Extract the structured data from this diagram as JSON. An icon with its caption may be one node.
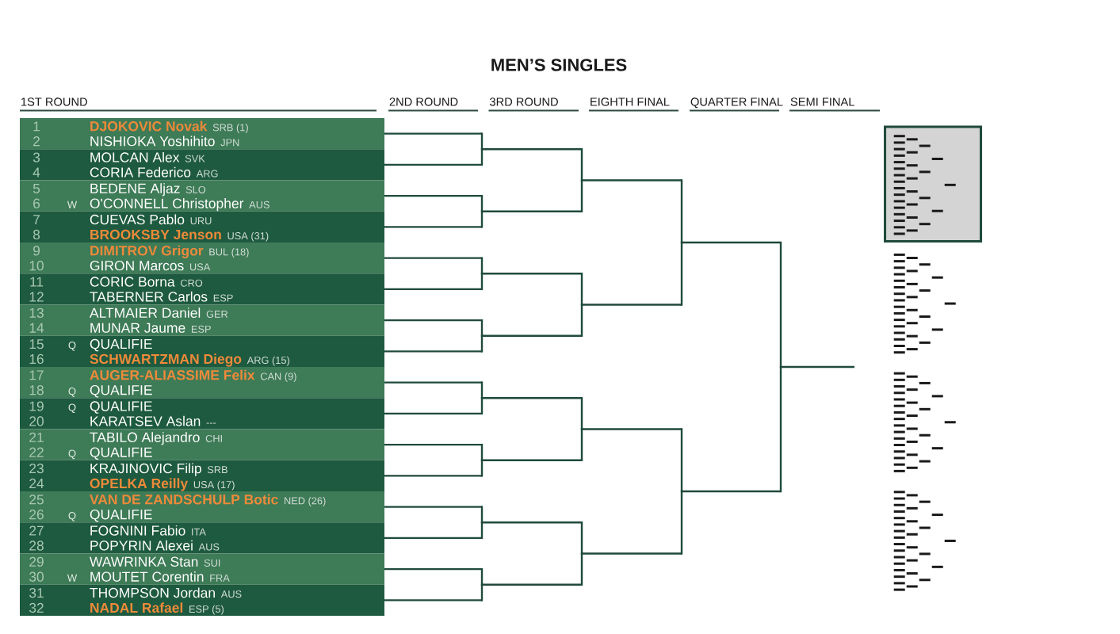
{
  "diagram": {
    "title": "MEN’S SINGLES",
    "nodes": [
      {
        "text": [
          "1",
          "DJOKOVIC Novak",
          "SRB (1)",
          "2",
          "NISHIOKA Yoshihito",
          "JPN"
        ]
      },
      {
        "text": [
          "3",
          "MOLCAN Alex",
          "SVK",
          "4",
          "CORIA Federico",
          "ARG"
        ]
      },
      {
        "text": [
          "5",
          "BEDENE Aljaz",
          "SLO",
          "6",
          "W",
          "O'CONNELL Christopher",
          "AUS"
        ]
      },
      {
        "text": [
          "7",
          "CUEVAS Pablo",
          "URU",
          "8",
          "BROOKSBY Jenson",
          "USA (31)"
        ]
      },
      {
        "text": [
          "9",
          "DIMITROV Grigor",
          "BUL (18)",
          "10",
          "GIRON Marcos",
          "USA"
        ]
      },
      {
        "text": [
          "11",
          "CORIC Borna",
          "CRO",
          "12",
          "TABERNER Carlos",
          "ESP"
        ]
      },
      {
        "text": [
          "13",
          "ALTMAIER Daniel",
          "GER",
          "14",
          "MUNAR Jaume",
          "ESP"
        ]
      },
      {
        "text": [
          "15",
          "Q",
          "QUALIFIE",
          "16",
          "SCHWARTZMAN Diego",
          "ARG (15)"
        ]
      },
      {
        "text": [
          "17",
          "AUGER-ALIASSIME Felix",
          "CAN (9)",
          "18",
          "Q",
          "QUALIFIE"
        ]
      },
      {
        "text": [
          "19",
          "Q",
          "QUALIFIE",
          "20",
          "KARATSEV Aslan",
          "---"
        ]
      },
      {
        "text": [
          "21",
          "TABILO Alejandro",
          "CHI",
          "22",
          "Q",
          "QUALIFIE"
        ]
      },
      {
        "text": [
          "23",
          "KRAJINOVIC Filip",
          "SRB",
          "24",
          "OPELKA Reilly",
          "USA (17)"
        ]
      },
      {
        "text": [
          "25",
          "VAN DE ZANDSCHULP Botic",
          "NED (26)",
          "26",
          "Q",
          "QUALIFIE"
        ]
      },
      {
        "text": [
          "27",
          "FOGNINI Fabio",
          "ITA",
          "28",
          "POPYRIN Alexei",
          "AUS"
        ]
      },
      {
        "text": [
          "29",
          "WAWRINKA Stan",
          "SUI",
          "30",
          "W",
          "MOUTET Corentin",
          "FRA"
        ]
      },
      {
        "text": [
          "31",
          "THOMPSON Jordan",
          "AUS",
          "32",
          "NADAL Rafael",
          "ESP (5)"
        ]
      },
      {
        "text": [],
        "shape": "line"
      },
      {
        "text": [],
        "shape": "line"
      },
      {
        "text": [],
        "shape": "line"
      },
      {
        "text": [],
        "shape": "line"
      },
      {
        "text": [],
        "shape": "line"
      },
      {
        "text": [],
        "shape": "line"
      },
      {
        "text": [],
        "shape": "line"
      },
      {
        "text": [],
        "shape": "line"
      },
      {
        "text": [],
        "shape": "line"
      },
      {
        "text": [],
        "shape": "line"
      },
      {
        "text": [],
        "shape": "line"
      },
      {
        "text": [],
        "shape": "line"
      },
      {
        "text": [],
        "shape": "line"
      },
      {
        "text": [],
        "shape": "line"
      },
      {
        "text": [],
        "shape": "line"
      },
      {
        "text": [],
        "shape": "line"
      },
      {
        "text": [],
        "shape": "line"
      },
      {
        "text": [],
        "shape": "line"
      },
      {
        "text": [],
        "shape": "line"
      },
      {
        "text": [],
        "shape": "line"
      },
      {
        "text": [],
        "shape": "line"
      },
      {
        "text": [],
        "shape": "line"
      },
      {
        "text": [],
        "shape": "line"
      },
      {
        "text": [],
        "shape": "line"
      },
      {
        "text": [],
        "shape": "line"
      },
      {
        "text": [],
        "shape": "line"
      },
      {
        "text": [],
        "shape": "line"
      },
      {
        "text": [],
        "shape": "line"
      },
      {
        "text": [],
        "shape": "line"
      },
      {
        "text": [],
        "shape": "line"
      },
      {
        "text": [],
        "shape": "line"
      }
    ],
    "edges": [
      {
        "from": 16,
        "to": 32,
        "arrow": "none"
      },
      {
        "from": 17,
        "to": 32,
        "arrow": "none"
      },
      {
        "from": 18,
        "to": 33,
        "arrow": "none"
      },
      {
        "from": 19,
        "to": 33,
        "arrow": "none"
      },
      {
        "from": 20,
        "to": 34,
        "arrow": "none"
      },
      {
        "from": 21,
        "to": 34,
        "arrow": "none"
      },
      {
        "from": 22,
        "to": 35,
        "arrow": "none"
      },
      {
        "from": 23,
        "to": 35,
        "arrow": "none"
      },
      {
        "from": 24,
        "to": 36,
        "arrow": "none"
      },
      {
        "from": 25,
        "to": 36,
        "arrow": "none"
      },
      {
        "from": 26,
        "to": 37,
        "arrow": "none"
      },
      {
        "from": 27,
        "to": 37,
        "arrow": "none"
      },
      {
        "from": 28,
        "to": 38,
        "arrow": "none"
      },
      {
        "from": 29,
        "to": 38,
        "arrow": "none"
      },
      {
        "from": 30,
        "to": 39,
        "arrow": "none"
      },
      {
        "from": 31,
        "to": 39,
        "arrow": "none"
      },
      {
        "from": 32,
        "to": 40,
        "arrow": "none"
      },
      {
        "from": 33,
        "to": 40,
        "arrow": "none"
      },
      {
        "from": 34,
        "to": 41,
        "arrow": "none"
      },
      {
        "from": 35,
        "to": 41,
        "arrow": "none"
      },
      {
        "from": 36,
        "to": 42,
        "arrow": "none"
      },
      {
        "from": 37,
        "to": 42,
        "arrow": "none"
      },
      {
        "from": 38,
        "to": 43,
        "arrow": "none"
      },
      {
        "from": 39,
        "to": 43,
        "arrow": "none"
      },
      {
        "from": 40,
        "to": 44,
        "arrow": "none"
      },
      {
        "from": 41,
        "to": 44,
        "arrow": "none"
      },
      {
        "from": 42,
        "to": 45,
        "arrow": "none"
      },
      {
        "from": 43,
        "to": 45,
        "arrow": "none"
      },
      {
        "from": 44,
        "to": 46,
        "arrow": "none"
      },
      {
        "from": 45,
        "to": 46,
        "arrow": "none"
      }
    ],
    "labels": [
      "1ST ROUND",
      "2ND ROUND",
      "3RD ROUND",
      "EIGHTH FINAL",
      "QUARTER FINAL",
      "SEMI FINAL"
    ]
  }
}
